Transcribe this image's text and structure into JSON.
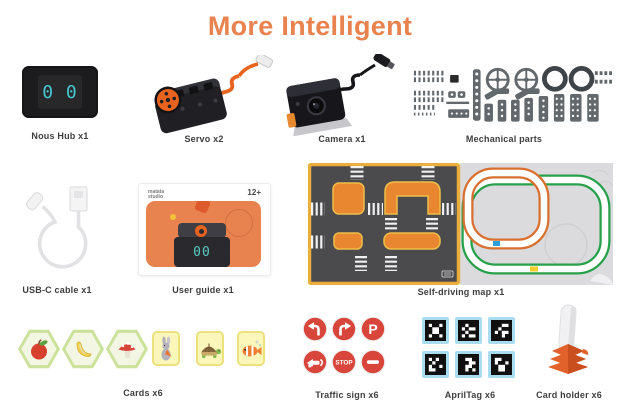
{
  "title": "More Intelligent",
  "palette": {
    "accent_orange": "#E8834F",
    "hub_digit_teal": "#46C6CF",
    "servo_cable_orange": "#E8641E",
    "sign_red": "#D8453A",
    "map_track_orange": "#D96F2E",
    "map_track_green": "#27A04C",
    "map_city_orange": "#E8872F",
    "map_border_yellow": "#E9AE3C",
    "apriltag_blue": "#A9DCEF"
  },
  "nous_hub": {
    "label": "Nous Hub x1",
    "display_value": "0 0"
  },
  "servo": {
    "label": "Servo x2"
  },
  "camera": {
    "label": "Camera x1"
  },
  "mechanical_parts": {
    "label": "Mechanical parts"
  },
  "usb_cable": {
    "label": "USB-C cable x1"
  },
  "user_guide": {
    "label": "User guide x1",
    "brand_line1": "matata",
    "brand_line2": "studio",
    "age_badge": "12+",
    "screen_value": "00"
  },
  "self_driving_map": {
    "label": "Self-driving map x1"
  },
  "cards": {
    "label": "Cards x6",
    "card_icons": [
      "apple-card",
      "banana-card",
      "mushroom-card",
      "rabbit-card",
      "turtle-card",
      "clownfish-card"
    ]
  },
  "traffic_signs": {
    "label": "Traffic sign x6",
    "parking_glyph": "P",
    "stop_glyph": "STOP",
    "sign_icons": [
      "turn-left-sign",
      "turn-right-sign",
      "parking-sign",
      "horn-sign",
      "stop-sign",
      "no-entry-sign"
    ]
  },
  "apriltag": {
    "label": "AprilTag x6",
    "tag_count": 6
  },
  "card_holder": {
    "label": "Card holder x6"
  }
}
